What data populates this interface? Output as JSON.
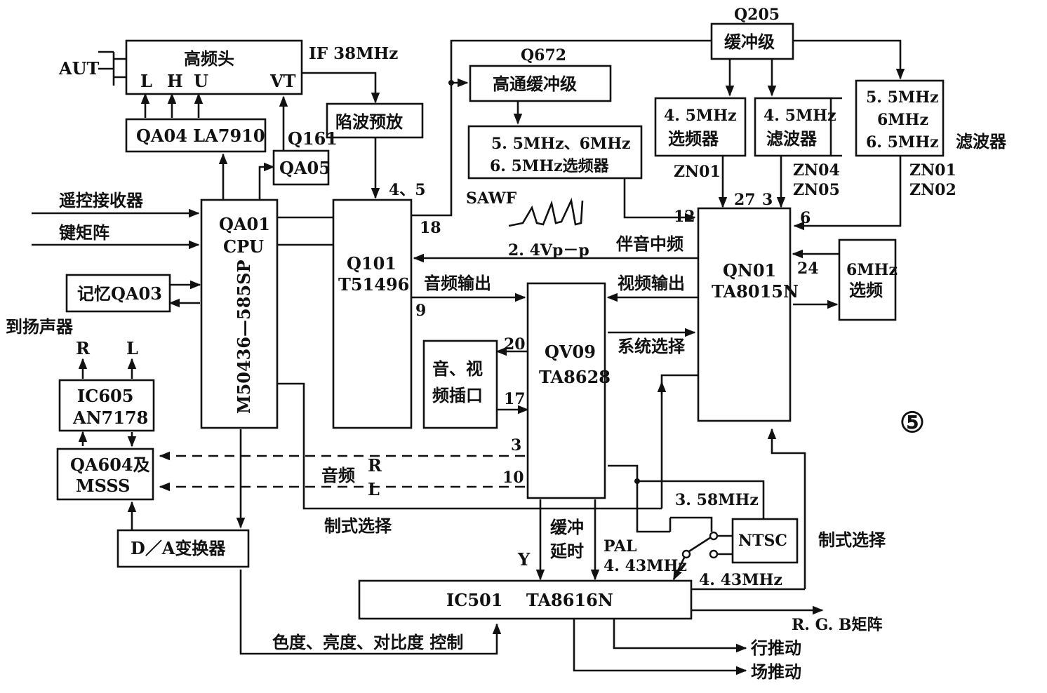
{
  "figure_number": "⑤",
  "blocks": {
    "tuner": "高频头",
    "tuner_pins": {
      "l": "L",
      "h": "H",
      "u": "U",
      "vt": "VT"
    },
    "antenna": "AUT",
    "qa04": "QA04 LA7910",
    "q161": "Q161",
    "qa05": "QA05",
    "trap_preamp": "陷波预放",
    "cpu_line1": "QA01",
    "cpu_line2": "CPU",
    "cpu_model": "M50436—585SP",
    "q101_line1": "Q101",
    "q101_line2": "T51496",
    "memory": "记忆QA03",
    "ic605_line1": "IC605",
    "ic605_line2": "AN7178",
    "qa604_line1": "QA604及",
    "qa604_line2": "MSSS",
    "da": "D／A变换器",
    "q205": "Q205",
    "buffer": "缓冲级",
    "q672": "Q672",
    "hp_buffer": "高通缓冲级",
    "sel55_line1": "5. 5MHz、6MHz",
    "sel55_line2": "6. 5MHz选频器",
    "sel45_line1": "4. 5MHz",
    "sel45_line2": "选频器",
    "filt45_line1": "4. 5MHz",
    "filt45_line2": "滤波器",
    "filt55_line1": "5. 5MHz",
    "filt55_line2": "6MHz",
    "filt55_line3": "6. 5MHz",
    "filt55_label": "滤波器",
    "qn01_line1": "QN01",
    "qn01_line2": "TA8015N",
    "sel6_line1": "6MHz",
    "sel6_line2": "选频",
    "qv09_line1": "QV09",
    "qv09_line2": "TA8628",
    "av_jack_line1": "音、视",
    "av_jack_line2": "频插口",
    "ntsc": "NTSC",
    "ic501": "IC501    TA8616N"
  },
  "labels": {
    "if": "IF  38MHz",
    "remote": "遥控接收器",
    "keypad": "键矩阵",
    "to_speaker": "到扬声器",
    "r": "R",
    "l": "L",
    "sawf": "SAWF",
    "vpp": "2. 4Vp－p",
    "sound_if": "伴音中频",
    "audio_out": "音频输出",
    "video_out": "视频输出",
    "system_select": "系统选择",
    "audio": "音频",
    "audio_r": "R",
    "audio_l": "L",
    "mode_select_left": "制式选择",
    "mode_select_right": "制式选择",
    "buffer_delay_line1": "缓冲",
    "buffer_delay_line2": "延时",
    "y": "Y",
    "pal": "PAL",
    "f443_pal": "4. 43MHz",
    "f358": "3. 58MHz",
    "f443_out": "4. 43MHz",
    "rgb": "R. G. B矩阵",
    "h_drive": "行推动",
    "v_drive": "场推动",
    "color_ctrl": "色度、亮度、对比度 控制",
    "zn01_a": "ZN01",
    "zn04": "ZN04",
    "zn05": "ZN05",
    "zn01_b": "ZN01",
    "zn02": "ZN02"
  },
  "pins": {
    "p45": "4、5",
    "p18": "18",
    "p9": "9",
    "p12": "12",
    "p27": "27",
    "p3a": "3",
    "p6": "6",
    "p24": "24",
    "p20": "20",
    "p17": "17",
    "p3b": "3",
    "p10": "10"
  }
}
